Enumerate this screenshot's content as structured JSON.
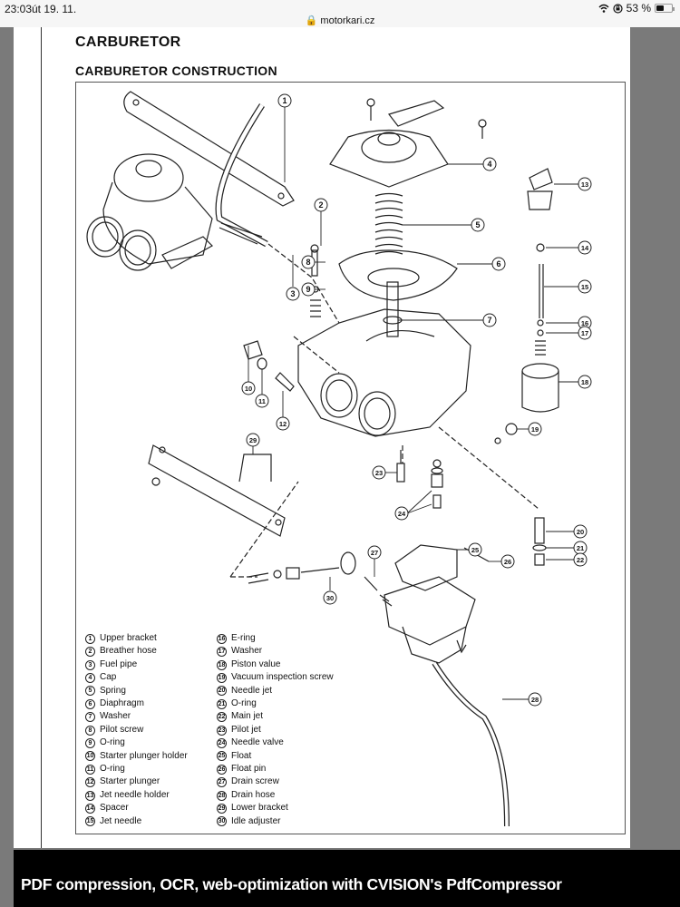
{
  "status_bar": {
    "time": "23:03",
    "date": "út 19. 11.",
    "url": "motorkari.cz",
    "battery_label": "53 %",
    "battery_level_percent": 53,
    "icons": [
      "wifi-icon",
      "orientation-lock-icon",
      "battery-icon",
      "lock-icon"
    ]
  },
  "document": {
    "section_title": "CARBURETOR",
    "figure_title": "CARBURETOR CONSTRUCTION",
    "callouts": [
      "1",
      "2",
      "3",
      "4",
      "5",
      "6",
      "7",
      "8",
      "9",
      "10",
      "11",
      "12",
      "13",
      "14",
      "15",
      "16",
      "17",
      "18",
      "19",
      "20",
      "21",
      "22",
      "23",
      "24",
      "25",
      "26",
      "27",
      "28",
      "29",
      "30"
    ],
    "legend_col1": [
      {
        "num": "1",
        "label": "Upper bracket"
      },
      {
        "num": "2",
        "label": "Breather hose"
      },
      {
        "num": "3",
        "label": "Fuel pipe"
      },
      {
        "num": "4",
        "label": "Cap"
      },
      {
        "num": "5",
        "label": "Spring"
      },
      {
        "num": "6",
        "label": "Diaphragm"
      },
      {
        "num": "7",
        "label": "Washer"
      },
      {
        "num": "8",
        "label": "Pilot screw"
      },
      {
        "num": "9",
        "label": "O-ring"
      },
      {
        "num": "10",
        "label": "Starter plunger holder"
      },
      {
        "num": "11",
        "label": "O-ring"
      },
      {
        "num": "12",
        "label": "Starter plunger"
      },
      {
        "num": "13",
        "label": "Jet needle holder"
      },
      {
        "num": "14",
        "label": "Spacer"
      },
      {
        "num": "15",
        "label": "Jet needle"
      }
    ],
    "legend_col2": [
      {
        "num": "16",
        "label": "E-ring"
      },
      {
        "num": "17",
        "label": "Washer"
      },
      {
        "num": "18",
        "label": "Piston value"
      },
      {
        "num": "19",
        "label": "Vacuum inspection screw"
      },
      {
        "num": "20",
        "label": "Needle jet"
      },
      {
        "num": "21",
        "label": "O-ring"
      },
      {
        "num": "22",
        "label": "Main jet"
      },
      {
        "num": "23",
        "label": "Pilot jet"
      },
      {
        "num": "24",
        "label": "Needle valve"
      },
      {
        "num": "25",
        "label": "Float"
      },
      {
        "num": "26",
        "label": "Float pin"
      },
      {
        "num": "27",
        "label": "Drain screw"
      },
      {
        "num": "28",
        "label": "Drain hose"
      },
      {
        "num": "29",
        "label": "Lower bracket"
      },
      {
        "num": "30",
        "label": "Idle adjuster"
      }
    ]
  },
  "watermark": {
    "text": "PDF compression, OCR, web-optimization with CVISION's PdfCompressor"
  }
}
